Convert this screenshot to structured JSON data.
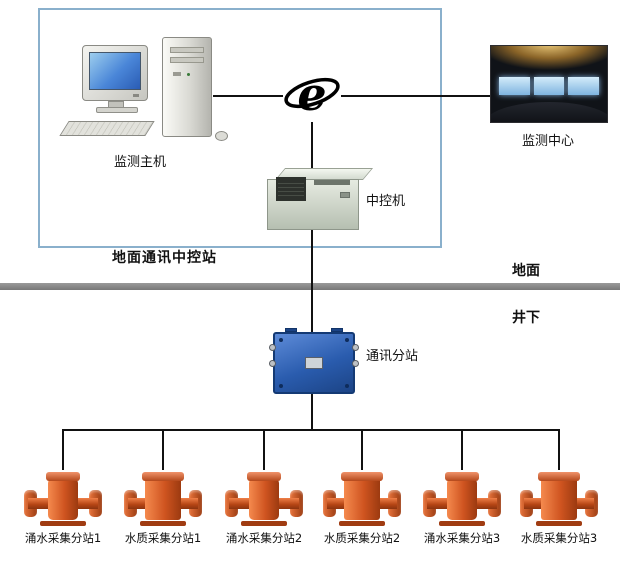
{
  "diagram": {
    "ground_station_label": "地面通讯中控站",
    "surface_label": "地面",
    "underground_label": "井下",
    "host_label": "监测主机",
    "center_label": "监测中心",
    "control_label": "中控机",
    "junction_label": "通讯分站",
    "stations": [
      {
        "id": "station1",
        "label": "涌水采集分站1",
        "type": "flow"
      },
      {
        "id": "station2",
        "label": "水质采集分站1",
        "type": "quality"
      },
      {
        "id": "station3",
        "label": "涌水采集分站2",
        "type": "flow"
      },
      {
        "id": "station4",
        "label": "水质采集分站2",
        "type": "quality"
      },
      {
        "id": "station5",
        "label": "涌水采集分站3",
        "type": "flow"
      },
      {
        "id": "station6",
        "label": "水质采集分站3",
        "type": "quality"
      }
    ],
    "icons": {
      "internet": "internet-e-icon",
      "host": "host-computer-illustration",
      "center": "monitoring-center-photo",
      "control": "control-machine-illustration",
      "junction": "junction-box-illustration",
      "station": "station-device-illustration"
    },
    "edges": [
      [
        "host",
        "internet"
      ],
      [
        "internet",
        "center"
      ],
      [
        "internet",
        "control"
      ],
      [
        "control",
        "junction"
      ],
      [
        "junction",
        "station1"
      ],
      [
        "junction",
        "station2"
      ],
      [
        "junction",
        "station3"
      ],
      [
        "junction",
        "station4"
      ],
      [
        "junction",
        "station5"
      ],
      [
        "junction",
        "station6"
      ]
    ],
    "colors": {
      "ground_box_border": "#8ab0cc",
      "divider_gray": "#8c8c8c",
      "line_black": "#111111",
      "junction_blue": "#2a5cae",
      "device_orange": "#c84e1e",
      "screen_blue": "#4a86d8"
    }
  }
}
